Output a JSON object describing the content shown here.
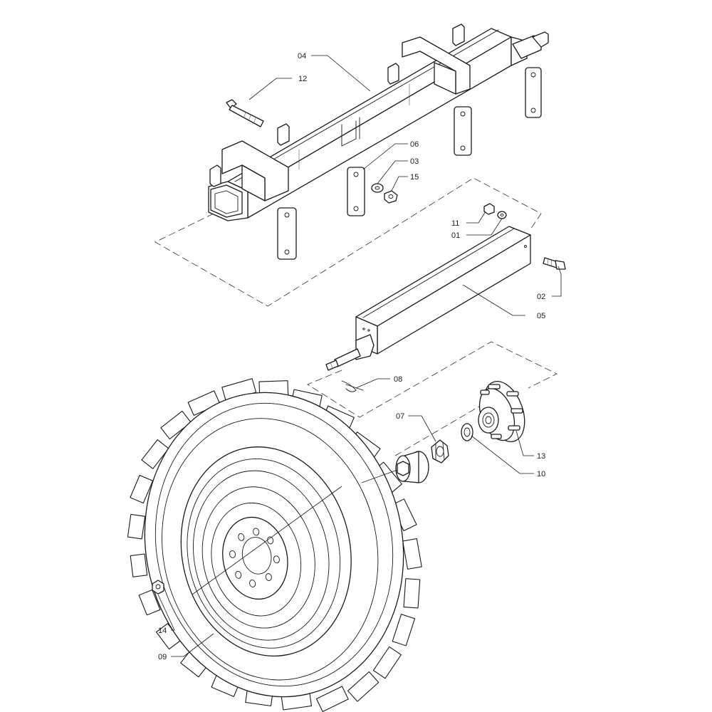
{
  "colors": {
    "ink": "#1a1a1a",
    "paper": "#ffffff"
  },
  "callouts": [
    {
      "id": "04",
      "label": "04"
    },
    {
      "id": "12",
      "label": "12"
    },
    {
      "id": "06",
      "label": "06"
    },
    {
      "id": "03",
      "label": "03"
    },
    {
      "id": "15",
      "label": "15"
    },
    {
      "id": "11",
      "label": "11"
    },
    {
      "id": "01",
      "label": "01"
    },
    {
      "id": "02",
      "label": "02"
    },
    {
      "id": "05",
      "label": "05"
    },
    {
      "id": "08",
      "label": "08"
    },
    {
      "id": "07",
      "label": "07"
    },
    {
      "id": "13",
      "label": "13"
    },
    {
      "id": "10",
      "label": "10"
    },
    {
      "id": "14",
      "label": "14"
    },
    {
      "id": "09",
      "label": "09"
    }
  ]
}
